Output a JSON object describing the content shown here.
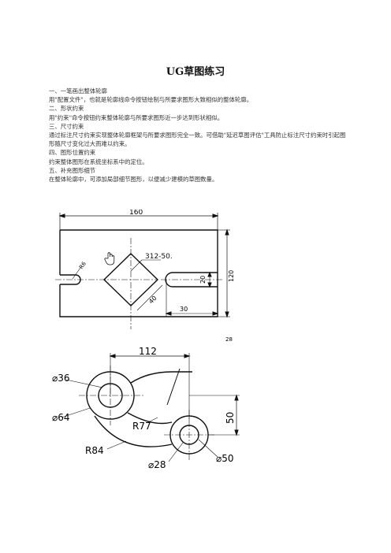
{
  "title": "UG草图练习",
  "steps": [
    "一、一笔画出整体轮廓",
    "用\"配置文件\"，也就是轮廓线命令按钮绘制与所要求图形大致相似的整体轮廓。",
    "二、形状约束",
    "用\"约束\"命令按钮约束整体轮廓与所要求图形近一步达到形状相似。",
    "三、尺寸约束",
    "通过标注尺寸约束实现整体轮廓框架与所要求图形完全一致。可借助\"延迟草图评估\"工具防止标注尺寸约束时引起图形随尺寸变化过大而难以约束。",
    "四、图形位置约束",
    "约束整体图形在系统坐标系中的定位。",
    "五、补充图形细节",
    "在整体轮廓中，可添加局部细节图形，以便减少建模的草图数量。"
  ],
  "figure1": {
    "dim_width": "160",
    "dim_height": "120",
    "dim_slot_height": "20",
    "dim_slot_length": "30",
    "dim_diamond": "40",
    "dim_slot_radius": "R6",
    "annotation": "312-50.",
    "page_number": "28"
  },
  "figure2": {
    "dim_center_distance": "112",
    "dim_small_hole_left": "⌀36",
    "dim_outer_left": "⌀64",
    "dim_inner_arc": "R77",
    "dim_outer_arc": "R84",
    "dim_vertical": "50",
    "dim_small_hole_right": "⌀28",
    "dim_outer_right": "⌀50"
  }
}
